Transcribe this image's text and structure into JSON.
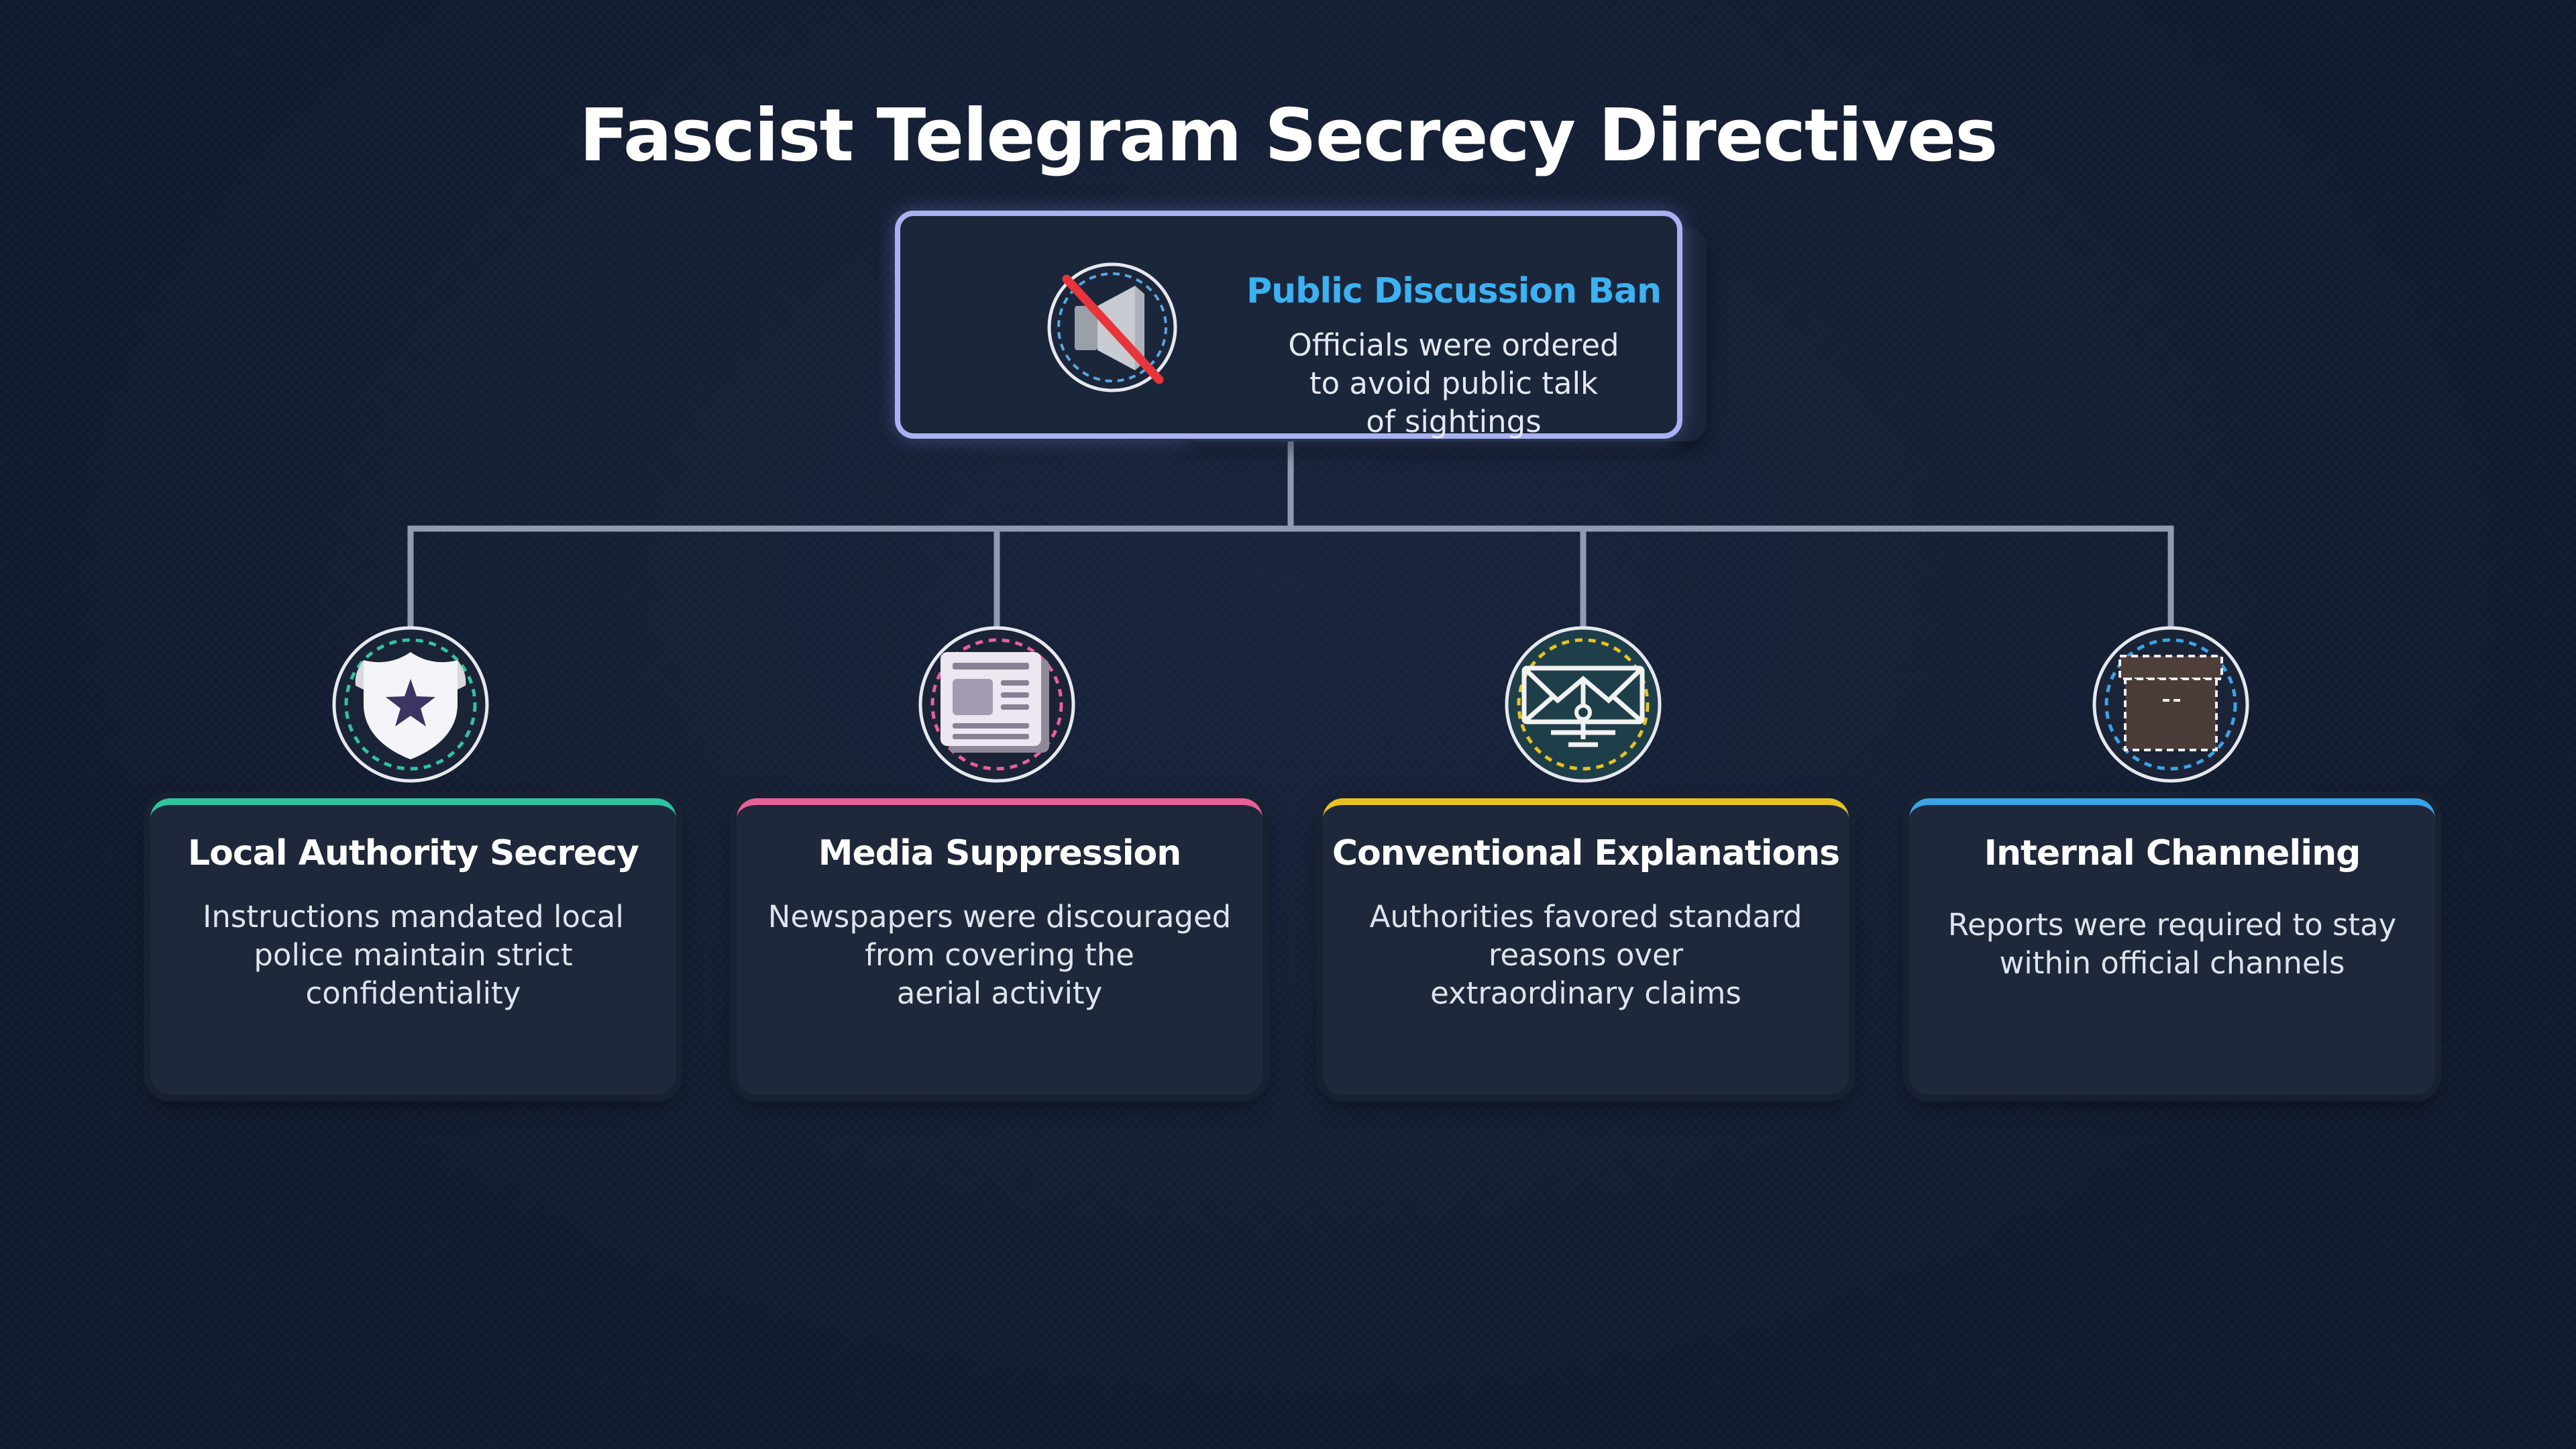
{
  "title": "Fascist Telegram Secrecy Directives",
  "colors": {
    "root_border": "#a8b2f0",
    "root_title": "#3bb2f2",
    "connector": "#8f9bb0",
    "card_bg": "#1e283a"
  },
  "root": {
    "icon": "muted-speaker-icon",
    "title": "Public Discussion Ban",
    "description": "Officials were ordered\nto avoid public talk\nof sightings"
  },
  "children": [
    {
      "icon": "police-badge-icon",
      "title": "Local Authority Secrecy",
      "description": "Instructions mandated local\npolice maintain strict\nconfidentiality",
      "accent": "#2ec4a0"
    },
    {
      "icon": "newspaper-icon",
      "title": "Media Suppression",
      "description": "Newspapers were discouraged\nfrom covering the\naerial activity",
      "accent": "#e8609a"
    },
    {
      "icon": "envelope-aircraft-icon",
      "title": "Conventional Explanations",
      "description": "Authorities favored standard\nreasons over\nextraordinary claims",
      "accent": "#e8c320"
    },
    {
      "icon": "sealed-box-icon",
      "title": "Internal Channeling",
      "description": "Reports were required to stay\nwithin official channels",
      "accent": "#3aa4e8"
    }
  ]
}
